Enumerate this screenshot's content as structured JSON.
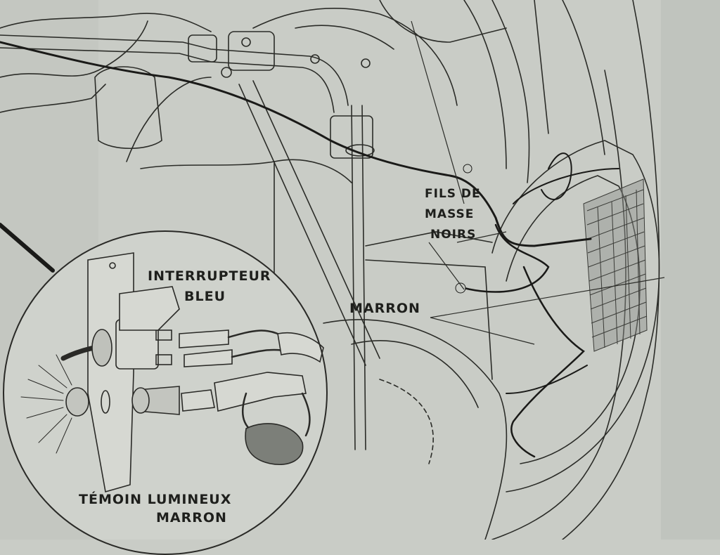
{
  "labels": {
    "fils_de": "FILS DE",
    "masse": "MASSE",
    "noirs": "NOIRS",
    "marron_main": "MARRON",
    "interrupteur": "INTERRUPTEUR",
    "bleu": "BLEU",
    "temoin_lumineux": "TÉMOIN LUMINEUX",
    "marron_inset": "MARRON"
  },
  "colors": {
    "paper": "#c9ccc6",
    "ink": "#1e1f1c"
  }
}
